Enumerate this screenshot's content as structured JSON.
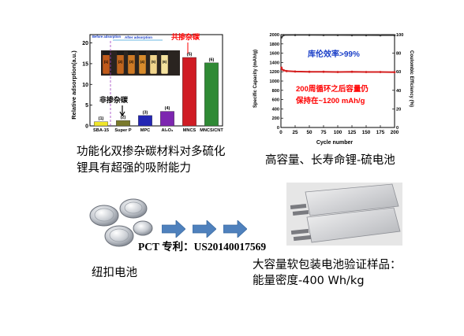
{
  "chart_data": [
    {
      "type": "bar",
      "ylabel": "Relative adsorption(a.u.)",
      "ylim": [
        0,
        22
      ],
      "yticks": [
        0,
        5,
        10,
        15,
        20
      ],
      "categories": [
        "SBA-15",
        "Super P",
        "MPC",
        "Al₂O₃",
        "MNCS",
        "MNCS/CNT"
      ],
      "bar_labels": [
        "(1)",
        "(2)",
        "(3)",
        "(4)",
        "(5)",
        "(6)"
      ],
      "values": [
        1.0,
        1.3,
        2.5,
        3.5,
        16.5,
        15.2
      ],
      "colors": [
        "#f0e62a",
        "#7a7a2c",
        "#2326b4",
        "#7d26b0",
        "#d01c24",
        "#2f8a35"
      ],
      "inset": {
        "before_label": "Before adsorption",
        "after_label": "After adsorption",
        "vial_labels": [
          "(1)",
          "(2)",
          "(3)",
          "(4)",
          "(5)",
          "(6)"
        ]
      },
      "annotations": {
        "co_doped": "共掺杂碳",
        "non_doped": "非掺杂碳"
      }
    },
    {
      "type": "line",
      "xlabel": "Cycle number",
      "ylabel_left": "Specific Capacity (mAh/g)",
      "ylabel_right": "Coulombic Efficiency (%)",
      "xlim": [
        0,
        200
      ],
      "ylim_left": [
        0,
        2000
      ],
      "ylim_right": [
        0,
        100
      ],
      "xticks": [
        0,
        25,
        50,
        75,
        100,
        125,
        150,
        175,
        200
      ],
      "yticks_left": [
        0,
        200,
        400,
        600,
        800,
        1000,
        1200,
        1400,
        1600,
        1800,
        2000
      ],
      "yticks_right": [
        0,
        20,
        40,
        60,
        80,
        100
      ],
      "series": [
        {
          "axis": "left",
          "color": "#d42020",
          "x": [
            1,
            2,
            5,
            10,
            25,
            50,
            75,
            100,
            125,
            150,
            175,
            200
          ],
          "y": [
            1290,
            1250,
            1230,
            1215,
            1205,
            1200,
            1200,
            1195,
            1200,
            1195,
            1195,
            1190
          ]
        },
        {
          "axis": "right",
          "color": "#333333",
          "x": [
            1,
            5,
            25,
            50,
            75,
            100,
            125,
            150,
            175,
            200
          ],
          "y": [
            97,
            99.5,
            99.6,
            99.6,
            99.5,
            99.5,
            99.4,
            99.4,
            99.3,
            99.3
          ]
        }
      ],
      "annotations": {
        "coulombic": "库伦效率>99%",
        "capacity_line1": "200周循环之后容量仍",
        "capacity_line2": "保持在~1200 mAh/g"
      }
    }
  ],
  "captions": {
    "adsorption_line1": "功能化双掺杂碳材料对多硫化",
    "adsorption_line2": "锂具有超强的吸附能力",
    "cycle": "高容量、长寿命锂-硫电池",
    "coin_cell": "纽扣电池",
    "patent": "PCT 专利：US20140017569",
    "pouch_line1": "大容量软包装电池验证样品：",
    "pouch_line2": "能量密度-400 Wh/kg"
  },
  "colors": {
    "arrow": "#4f81bd",
    "highlight": "#ff0000",
    "inset_text": "#1a3fc8"
  },
  "icons": [
    "coin-cell-battery-image",
    "arrow-right-icon",
    "pouch-cell-battery-image"
  ]
}
